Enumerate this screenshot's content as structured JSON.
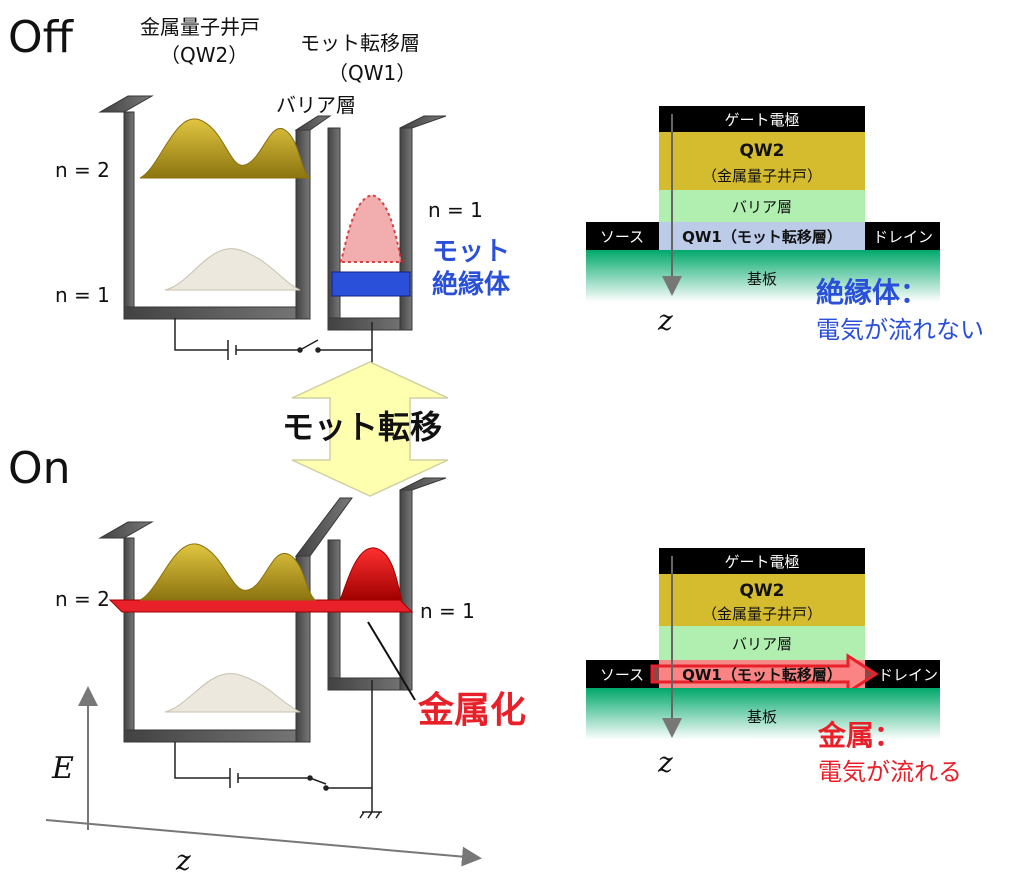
{
  "states": {
    "off_label": "Off",
    "on_label": "On"
  },
  "left_diagram": {
    "qw2_label": "金属量子井戸",
    "qw2_sub": "（QW2）",
    "qw1_label": "モット転移層",
    "qw1_sub": "（QW1）",
    "barrier_label": "バリア層",
    "off_n2": "n = 2",
    "off_n1": "n = 1",
    "off_qw1_n1": "n = 1",
    "mott_insulator_line1": "モット",
    "mott_insulator_line2": "絶縁体",
    "on_n2": "n = 2",
    "on_qw1_n1": "n = 1",
    "metallization": "金属化",
    "transition_label": "モット転移",
    "axis_e": "E",
    "axis_z": "z"
  },
  "device_off": {
    "gate": "ゲート電極",
    "qw2_line1": "QW2",
    "qw2_line2": "（金属量子井戸）",
    "barrier": "バリア層",
    "source": "ソース",
    "qw1": "QW1（モット転移層）",
    "drain": "ドレイン",
    "substrate": "基板",
    "axis_z": "z",
    "state_title": "絶縁体：",
    "state_desc": "電気が流れない"
  },
  "device_on": {
    "gate": "ゲート電極",
    "qw2_line1": "QW2",
    "qw2_line2": "（金属量子井戸）",
    "barrier": "バリア層",
    "source": "ソース",
    "qw1": "QW1（モット転移層）",
    "drain": "ドレイン",
    "substrate": "基板",
    "axis_z": "z",
    "state_title": "金属：",
    "state_desc": "電気が流れる"
  },
  "colors": {
    "gold": "#c8ac2a",
    "insulator_blue": "#2a4fd8",
    "metal_red": "#e8202a",
    "barrier_green": "#a8eaa8",
    "qw1_blue": "#b8c8e8",
    "substrate_green": "#00a86b"
  }
}
